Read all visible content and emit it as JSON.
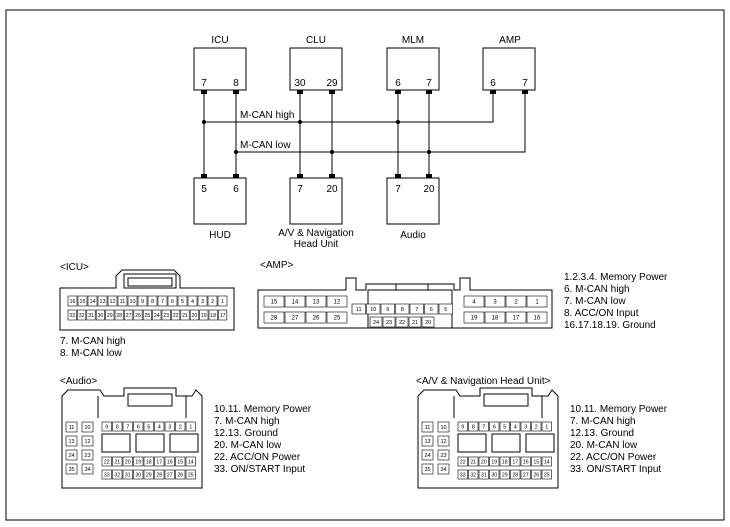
{
  "modules_top": [
    {
      "name": "ICU",
      "pins": [
        "7",
        "8"
      ]
    },
    {
      "name": "CLU",
      "pins": [
        "30",
        "29"
      ]
    },
    {
      "name": "MLM",
      "pins": [
        "6",
        "7"
      ]
    },
    {
      "name": "AMP",
      "pins": [
        "6",
        "7"
      ]
    }
  ],
  "modules_bottom": [
    {
      "name": "HUD",
      "pins": [
        "5",
        "6"
      ]
    },
    {
      "name": "A/V & Navigation",
      "name2": "Head Unit",
      "pins": [
        "7",
        "20"
      ]
    },
    {
      "name": "Audio",
      "pins": [
        "7",
        "20"
      ]
    }
  ],
  "bus": {
    "high": "M-CAN high",
    "low": "M-CAN low"
  },
  "connectors": {
    "icu": {
      "title": "<ICU>",
      "row1": [
        "16",
        "15",
        "14",
        "13",
        "12",
        "11",
        "10",
        "9",
        "8",
        "7",
        "6",
        "5",
        "4",
        "3",
        "2",
        "1"
      ],
      "row2": [
        "33",
        "32",
        "31",
        "30",
        "29",
        "28",
        "27",
        "26",
        "25",
        "24",
        "23",
        "22",
        "21",
        "20",
        "19",
        "18",
        "17"
      ],
      "notes": [
        "7. M-CAN high",
        "8. M-CAN low"
      ]
    },
    "amp": {
      "title": "<AMP>",
      "row1_left": [
        "15",
        "14",
        "13",
        "12"
      ],
      "row1_right": [
        "4",
        "3",
        "2",
        "1"
      ],
      "row2_left": [
        "28",
        "27",
        "26",
        "25"
      ],
      "row2_right": [
        "19",
        "18",
        "17",
        "16"
      ],
      "mid_row1": [
        "11",
        "10",
        "9",
        "8",
        "7",
        "6",
        "5"
      ],
      "mid_row2": [
        "24",
        "23",
        "22",
        "21",
        "20"
      ],
      "notes": [
        "1.2.3.4. Memory Power",
        "6. M-CAN high",
        "7. M-CAN low",
        "8. ACC/ON Input",
        "16.17.18.19. Ground"
      ]
    },
    "audio": {
      "title": "<Audio>",
      "left_col1": [
        "11",
        "13",
        "24",
        "35"
      ],
      "left_col2": [
        "10",
        "12",
        "23",
        "34"
      ],
      "top_row": [
        "9",
        "8",
        "7",
        "6",
        "5",
        "4",
        "3",
        "2",
        "1"
      ],
      "row3": [
        "22",
        "21",
        "20",
        "19",
        "18",
        "17",
        "16",
        "15",
        "14"
      ],
      "row4": [
        "33",
        "32",
        "31",
        "30",
        "29",
        "28",
        "27",
        "26",
        "25"
      ],
      "notes": [
        "10.11. Memory Power",
        "7. M-CAN high",
        "12.13. Ground",
        "20. M-CAN low",
        "22. ACC/ON Power",
        "33. ON/START Input"
      ]
    },
    "avn": {
      "title": "<A/V & Navigation Head Unit>",
      "left_col1": [
        "11",
        "13",
        "24",
        "35"
      ],
      "left_col2": [
        "10",
        "12",
        "23",
        "34"
      ],
      "top_row": [
        "9",
        "8",
        "7",
        "6",
        "5",
        "4",
        "3",
        "2",
        "1"
      ],
      "row3": [
        "22",
        "21",
        "20",
        "19",
        "18",
        "17",
        "16",
        "15",
        "14"
      ],
      "row4": [
        "33",
        "32",
        "31",
        "30",
        "29",
        "28",
        "27",
        "26",
        "25"
      ],
      "notes": [
        "10.11. Memory Power",
        "7. M-CAN high",
        "12.13. Ground",
        "20. M-CAN low",
        "22. ACC/ON Power",
        "33. ON/START Input"
      ]
    }
  }
}
